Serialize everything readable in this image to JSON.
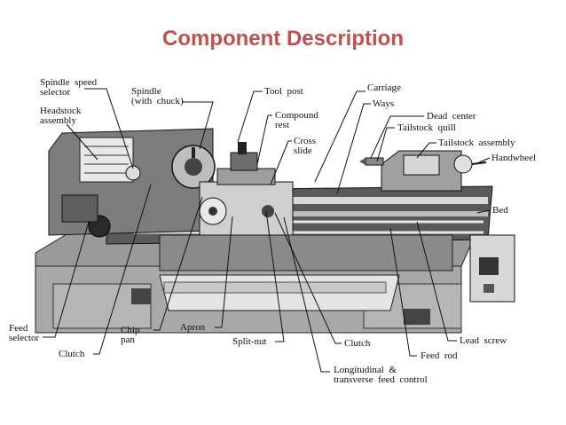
{
  "title": "Component Description",
  "colors": {
    "title": "#c0504d",
    "machine_dark": "#3a3a3a",
    "machine_mid": "#8c8c8c",
    "machine_light": "#cfcfcf"
  },
  "labels": {
    "spindle_speed_selector": "Spindle  speed\nselector",
    "headstock_assembly": "Headstock\nassembly",
    "spindle_with_chuck": "Spindle\n(with  chuck)",
    "tool_post": "Tool  post",
    "carriage": "Carriage",
    "compound_rest": "Compound\nrest",
    "ways": "Ways",
    "dead_center": "Dead  center",
    "tailstock_quill": "Tailstock  quill",
    "cross_slide": "Cross\nslide",
    "tailstock_assembly": "Tailstock  assembly",
    "handwheel": "Handwheel",
    "bed": "Bed",
    "feed_selector": "Feed\nselector",
    "chip_pan": "Chip\npan",
    "apron": "Apron",
    "clutch_left": "Clutch",
    "split_nut": "Split-nut",
    "clutch_right": "Clutch",
    "lead_screw": "Lead  screw",
    "feed_rod": "Feed  rod",
    "longitudinal_transverse": "Longitudinal  &\ntransverse  feed  control"
  }
}
